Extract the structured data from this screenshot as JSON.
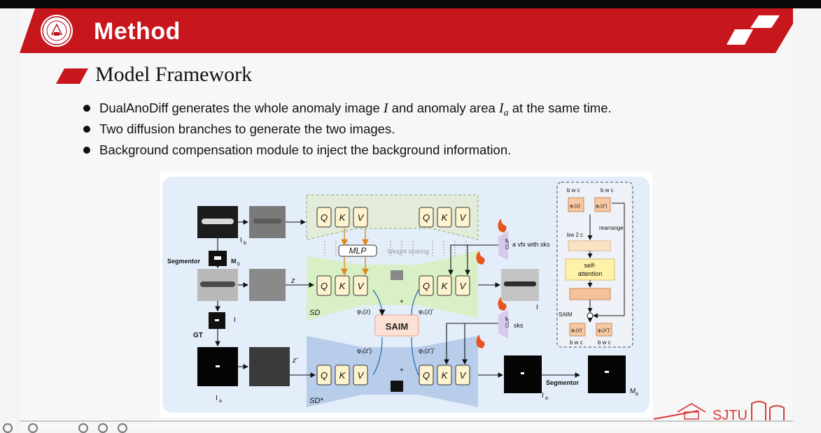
{
  "header": {
    "title": "Method",
    "subtitle": "Model Framework"
  },
  "bullets": [
    {
      "pre": "DualAnoDiff generates the whole anomaly image ",
      "m1": "I",
      "mid": " and anomaly area ",
      "m2": "I",
      "m2sub": "a",
      "post": " at the same time."
    },
    {
      "text": "Two diffusion branches to generate the two images."
    },
    {
      "text": "Background compensation module to inject the background information."
    }
  ],
  "figure": {
    "labels": {
      "segmentor_left": "Segmentor",
      "segmentor_right": "Segmentor",
      "gt": "GT",
      "Ib": "I",
      "Ib_sub": "b",
      "Mb": "M",
      "Mb_sub": "b",
      "I_left": "I",
      "I_right": "I",
      "Ia_bottom": "I",
      "Ia_sub": "a",
      "Ia_right": "I",
      "Ma": "M",
      "Ma_sub": "a",
      "z": "z",
      "zprime": "z'",
      "mlp": "MLP",
      "weight_sharing": "Weight sharing",
      "sd": "SD",
      "sd_star": "SD*",
      "saim": "SAIM",
      "clip": "CLIP",
      "prompt_top": "a vfx with sks",
      "prompt_bottom": "sks",
      "q": "Q",
      "k": "K",
      "v": "V",
      "phi_z": "φ₁(z)",
      "phi_z_prime": "φ₁(z)'",
      "phi_zp": "φ₁(z')",
      "phi_zp_prime": "φ₁(z')'",
      "saim_panel": {
        "bwc_1": "b w c",
        "bwc_2": "b w c",
        "rearrange": "rearrange",
        "bw2c": "bw 2 c",
        "self_attention_1": "self-",
        "self_attention_2": "attention",
        "saim_tag": "SAIM",
        "phi_a": "φ₁(z)",
        "phi_b": "φ₁(z')",
        "phi_c": "φ₁(z)'",
        "phi_d": "φ₁(z')'",
        "bwc_3": "b w c",
        "bwc_4": "b w c"
      }
    }
  },
  "footer": {
    "logo_text": "SJTU"
  },
  "colors": {
    "header_red": "#c8161d",
    "panel_blue": "#e4eefa",
    "sd_green": "#d9efc6",
    "sd_star_blue": "#b7cdea",
    "qkv_fill": "#fdf3cf",
    "saim_fill": "#fde0d4"
  }
}
